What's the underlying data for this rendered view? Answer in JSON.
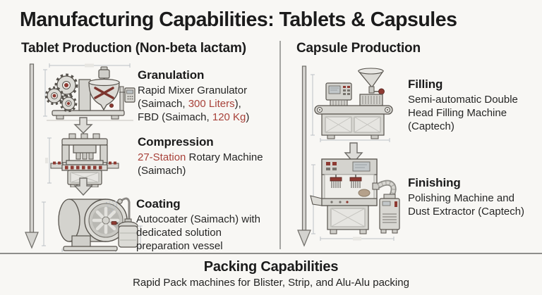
{
  "page": {
    "title": "Manufacturing Capabilities: Tablets & Capsules"
  },
  "colors": {
    "accent_red": "#a8423a",
    "text_dark": "#1b1b1b",
    "machine_outline": "#57534d",
    "machine_fill": "#dcdbd6",
    "dimension_line": "#bcc0c6"
  },
  "tablet": {
    "header": "Tablet Production (Non-beta lactam)",
    "granulation": {
      "title": "Granulation",
      "line1": "Rapid Mixer Granulator",
      "line2_pre": "(Saimach, ",
      "line2_red": "300 Liters",
      "line2_post": "),",
      "line3_pre": "FBD (Saimach, ",
      "line3_red": "120 Kg",
      "line3_post": ")"
    },
    "compression": {
      "title": "Compression",
      "line1_red": "27-Station",
      "line1_post": " Rotary Machine",
      "line2": "(Saimach)"
    },
    "coating": {
      "title": "Coating",
      "line1": "Autocoater (Saimach) with",
      "line2": "dedicated solution",
      "line3": "preparation vessel"
    }
  },
  "capsule": {
    "header": "Capsule Production",
    "filling": {
      "title": "Filling",
      "line1": "Semi-automatic Double",
      "line2": "Head Filling Machine",
      "line3": "(Captech)"
    },
    "finishing": {
      "title": "Finishing",
      "line1": "Polishing Machine and",
      "line2": "Dust Extractor (Captech)"
    }
  },
  "packing": {
    "title": "Packing Capabilities",
    "subtitle": "Rapid Pack machines for Blister, Strip, and Alu-Alu packing"
  }
}
